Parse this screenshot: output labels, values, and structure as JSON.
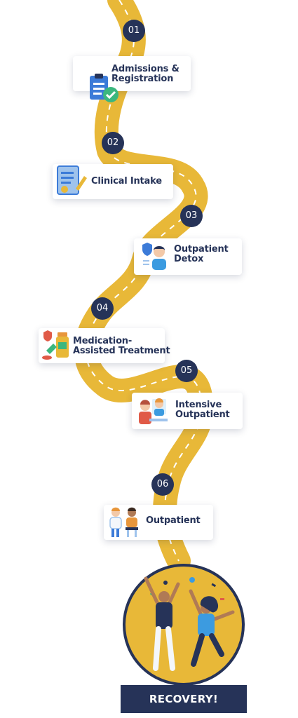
{
  "steps": [
    {
      "number": "01",
      "label_lines": [
        "Admissions &",
        "Registration"
      ],
      "icon": "clipboard-check-icon"
    },
    {
      "number": "02",
      "label_lines": [
        "Clinical Intake"
      ],
      "icon": "medical-form-pen-icon"
    },
    {
      "number": "03",
      "label_lines": [
        "Outpatient",
        "Detox"
      ],
      "icon": "patient-shield-icon"
    },
    {
      "number": "04",
      "label_lines": [
        "Medication-",
        "Assisted Treatment"
      ],
      "icon": "medication-bottle-icon"
    },
    {
      "number": "05",
      "label_lines": [
        "Intensive",
        "Outpatient"
      ],
      "icon": "counseling-session-icon"
    },
    {
      "number": "06",
      "label_lines": [
        "Outpatient"
      ],
      "icon": "doctor-patient-visit-icon"
    }
  ],
  "recovery": {
    "label": "RECOVERY!",
    "icon": "celebrating-people-icon"
  },
  "colors": {
    "road": "#E8B838",
    "road_dash": "#FFFFFF",
    "navy": "#263358",
    "card": "#FFFFFF",
    "circle_fill": "#E8B838"
  }
}
